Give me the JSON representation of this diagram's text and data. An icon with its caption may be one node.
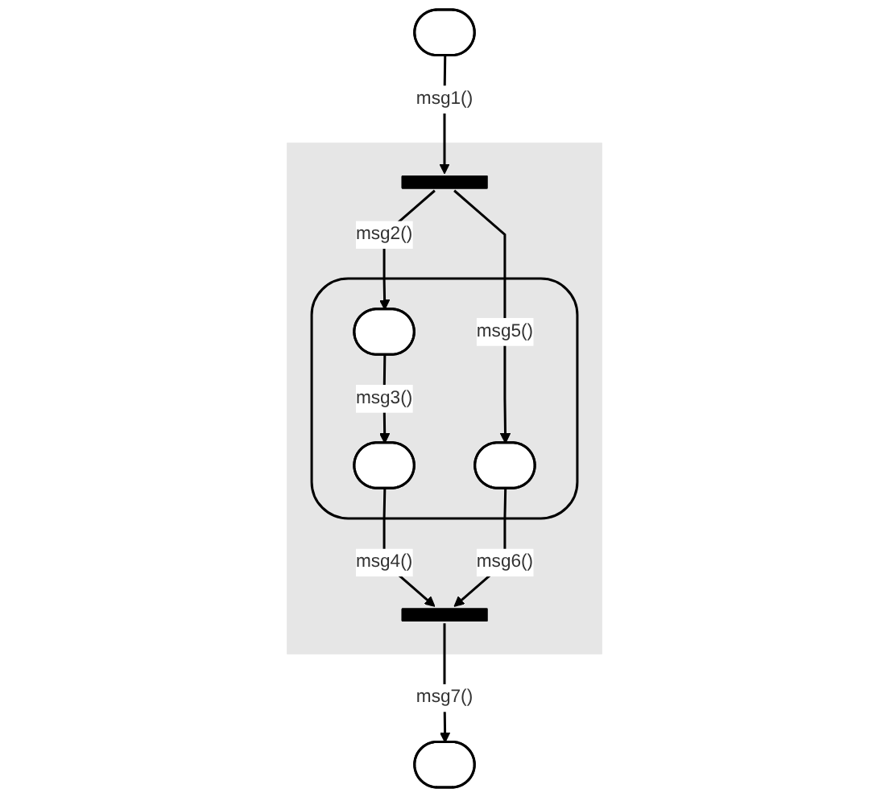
{
  "diagram": {
    "nodes": [
      {
        "text": [],
        "shape": "box"
      },
      {
        "text": [],
        "shape": "band"
      },
      {
        "text": [],
        "shape": "bar",
        "in": 1
      },
      {
        "text": [],
        "shape": "box",
        "in": 1
      },
      {
        "text": [],
        "shape": "box",
        "in": 3
      },
      {
        "text": [],
        "shape": "box",
        "in": 3
      },
      {
        "text": [],
        "shape": "box",
        "in": 3
      },
      {
        "text": [],
        "shape": "bar",
        "in": 1
      },
      {
        "text": [],
        "shape": "box"
      }
    ],
    "edges": [
      {
        "from": 0,
        "to": 2,
        "arrow": "to",
        "label": "msg1()"
      },
      {
        "from": 2,
        "to": 4,
        "arrow": "to",
        "label": "msg2()"
      },
      {
        "from": 4,
        "to": 5,
        "arrow": "to",
        "label": "msg3()"
      },
      {
        "from": 5,
        "to": 7,
        "arrow": "to",
        "label": "msg4()"
      },
      {
        "from": 2,
        "to": 6,
        "arrow": "to",
        "label": "msg5()"
      },
      {
        "from": 6,
        "to": 7,
        "arrow": "to",
        "label": "msg6()"
      },
      {
        "from": 7,
        "to": 8,
        "arrow": "to",
        "label": "msg7()"
      }
    ]
  }
}
